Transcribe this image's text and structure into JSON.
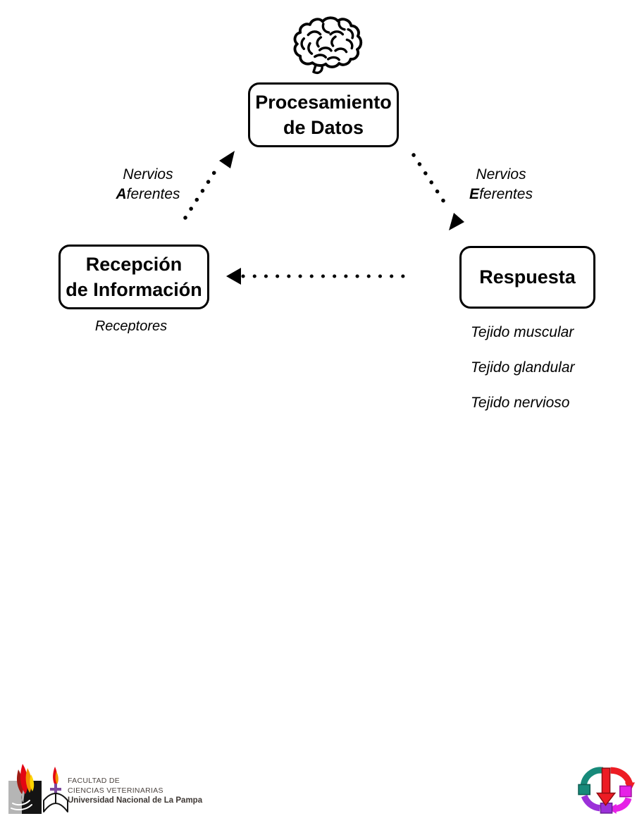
{
  "diagram": {
    "processing_box": {
      "line1": "Procesamiento",
      "line2": "de Datos"
    },
    "reception_box": {
      "line1": "Recepción",
      "line2": "de Información"
    },
    "response_box": {
      "label": "Respuesta"
    },
    "afferent": {
      "line1": "Nervios",
      "initial": "A",
      "rest": "ferentes"
    },
    "efferent": {
      "line1": "Nervios",
      "initial": "E",
      "rest": "ferentes"
    },
    "reception_caption": "Receptores",
    "response_captions": [
      "Tejido muscular",
      "Tejido glandular",
      "Tejido nervioso"
    ]
  },
  "footer": {
    "faculty": {
      "line1": "FACULTAD DE",
      "line2": "CIENCIAS VETERINARIAS",
      "line3": "Universidad Nacional de La Pampa"
    }
  },
  "icons": {
    "brain": "brain-icon",
    "university_logo": "unlpam-flame-book-logo",
    "cycle_logo": "cycle-arrows-logo"
  },
  "colors": {
    "diagram_ink": "#000000",
    "footer_text": "#4c4440",
    "flame_dark_red": "#9e1b13",
    "flame_red": "#e30613",
    "flame_orange": "#f39200",
    "flame_yellow": "#ffd500",
    "cross_purple": "#7d4a9e",
    "logo_teal": "#178a7a",
    "logo_red": "#ed1c24",
    "logo_magenta": "#e622e6",
    "logo_purple": "#9b30d9"
  }
}
